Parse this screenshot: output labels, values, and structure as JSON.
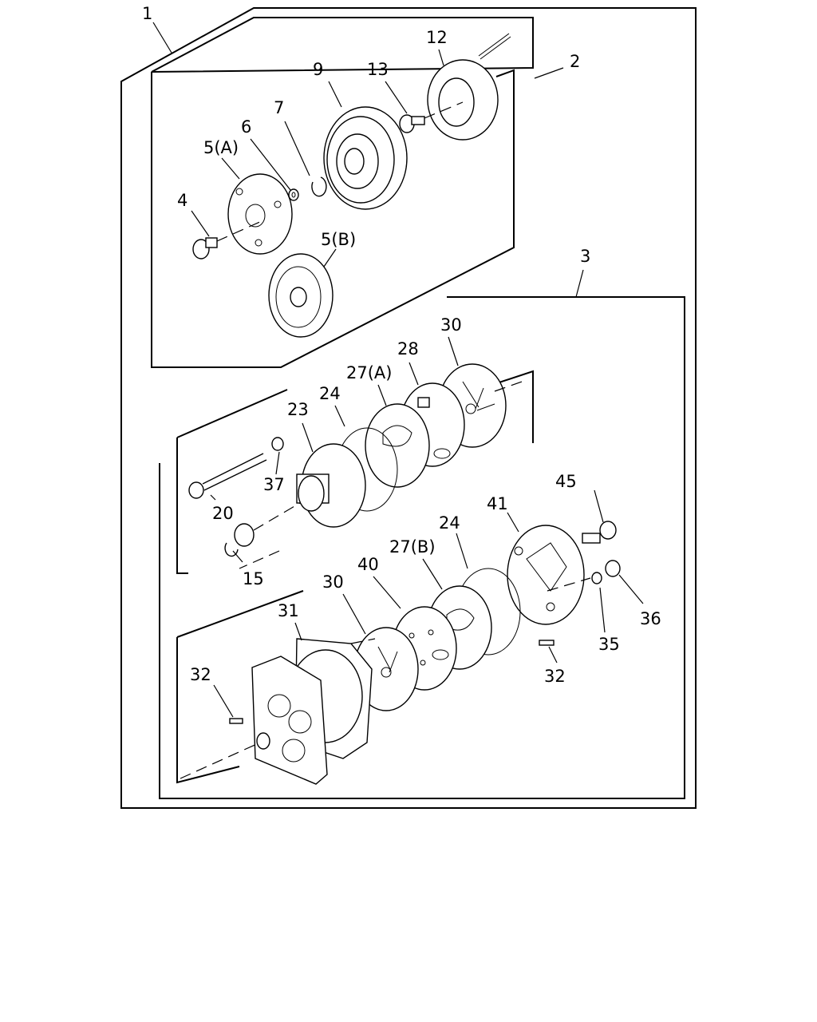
{
  "labels": {
    "l1": "1",
    "l2": "2",
    "l3": "3",
    "l4": "4",
    "l5a": "5(A)",
    "l5b": "5(B)",
    "l6": "6",
    "l7": "7",
    "l9": "9",
    "l12": "12",
    "l13": "13",
    "l15": "15",
    "l20": "20",
    "l23": "23",
    "l24a": "24",
    "l24b": "24",
    "l27a": "27(A)",
    "l27b": "27(B)",
    "l28": "28",
    "l30a": "30",
    "l30b": "30",
    "l31": "31",
    "l32a": "32",
    "l32b": "32",
    "l35": "35",
    "l36": "36",
    "l37": "37",
    "l40": "40",
    "l41": "41",
    "l45": "45"
  }
}
